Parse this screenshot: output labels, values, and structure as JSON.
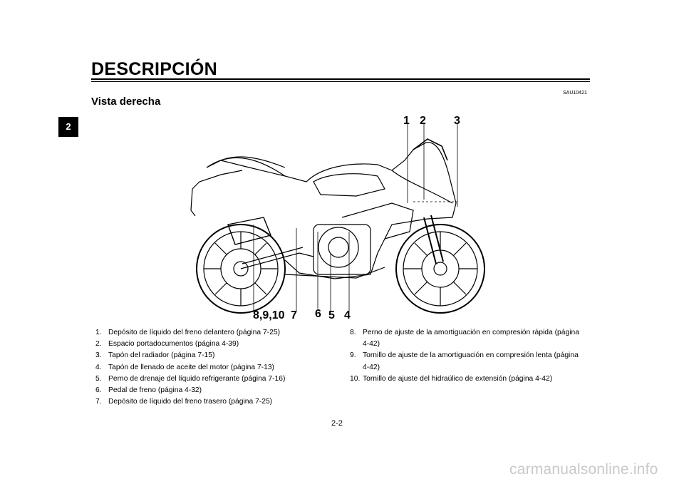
{
  "header": {
    "title": "DESCRIPCIÓN",
    "chapter_tab": "2",
    "code": "SAU10421"
  },
  "section": {
    "subtitle": "Vista derecha"
  },
  "diagram": {
    "callouts": [
      "1",
      "2",
      "3",
      "8,9,10",
      "7",
      "6",
      "5",
      "4"
    ]
  },
  "legend_left": [
    {
      "num": "1.",
      "text": "Depósito de líquido del freno delantero (página 7-25)"
    },
    {
      "num": "2.",
      "text": "Espacio portadocumentos (página 4-39)"
    },
    {
      "num": "3.",
      "text": "Tapón del radiador (página 7-15)"
    },
    {
      "num": "4.",
      "text": "Tapón de llenado de aceite del motor (página 7-13)"
    },
    {
      "num": "5.",
      "text": "Perno de drenaje del líquido refrigerante (página 7-16)"
    },
    {
      "num": "6.",
      "text": "Pedal de freno (página 4-32)"
    },
    {
      "num": "7.",
      "text": "Depósito de líquido del freno trasero (página 7-25)"
    }
  ],
  "legend_right": [
    {
      "num": "8.",
      "text": "Perno de ajuste de la amortiguación en compresión rápida (página",
      "cont": "4-42)"
    },
    {
      "num": "9.",
      "text": "Tornillo de ajuste de la amortiguación en compresión lenta (página",
      "cont": "4-42)"
    },
    {
      "num": "10.",
      "text": "Tornillo de ajuste del hidraúlico de extensión (página 4-42)",
      "cont": ""
    }
  ],
  "footer": {
    "page_number": "2-2",
    "watermark": "carmanualsonline.info"
  }
}
